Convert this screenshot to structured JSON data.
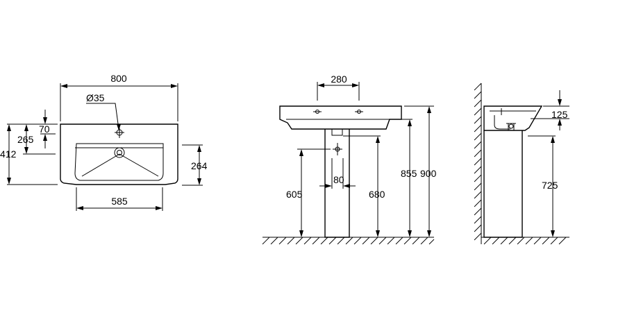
{
  "plan_view": {
    "width_label": "800",
    "hole_label": "Ø35",
    "depth_label": "412",
    "offset_265_label": "265",
    "offset_70_label": "70",
    "bowl_depth_label": "264",
    "bowl_width_label": "585"
  },
  "front_view": {
    "hole_spacing_label": "280",
    "height_855_label": "855",
    "height_900_label": "900",
    "height_605_label": "605",
    "height_680_label": "680",
    "spacing_80_label": "80"
  },
  "side_view": {
    "bowl_height_label": "125",
    "pedestal_height_label": "725"
  }
}
